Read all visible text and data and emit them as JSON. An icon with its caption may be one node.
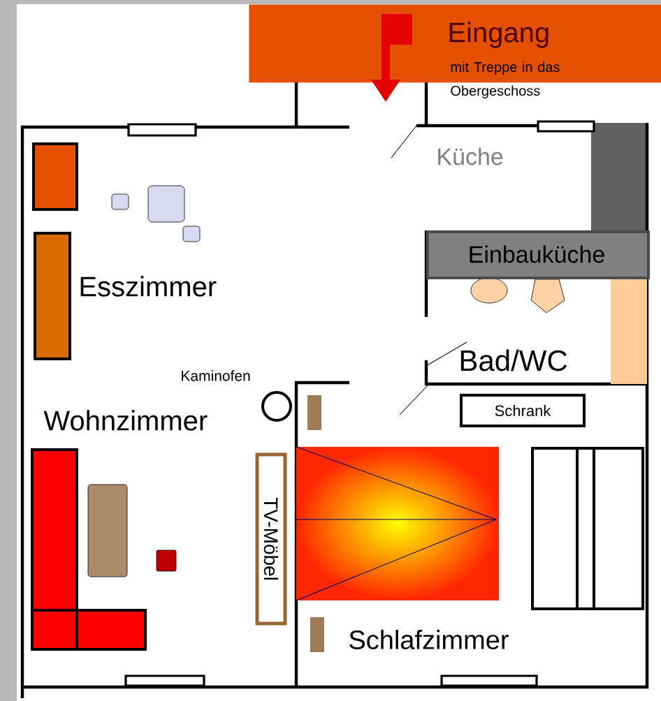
{
  "diagram": {
    "nodes": [
      {
        "text": [
          "Eingang",
          "mit Treppe in das Obergeschoss"
        ]
      },
      {
        "text": [
          "Einbauküche"
        ]
      },
      {
        "text": [
          "Schrank"
        ]
      },
      {
        "text": [
          "TV-Möbel"
        ]
      }
    ],
    "labels": [
      "Küche",
      "Esszimmer",
      "Bad/WC",
      "Kaminofen",
      "Wohnzimmer",
      "Schlafzimmer"
    ]
  }
}
